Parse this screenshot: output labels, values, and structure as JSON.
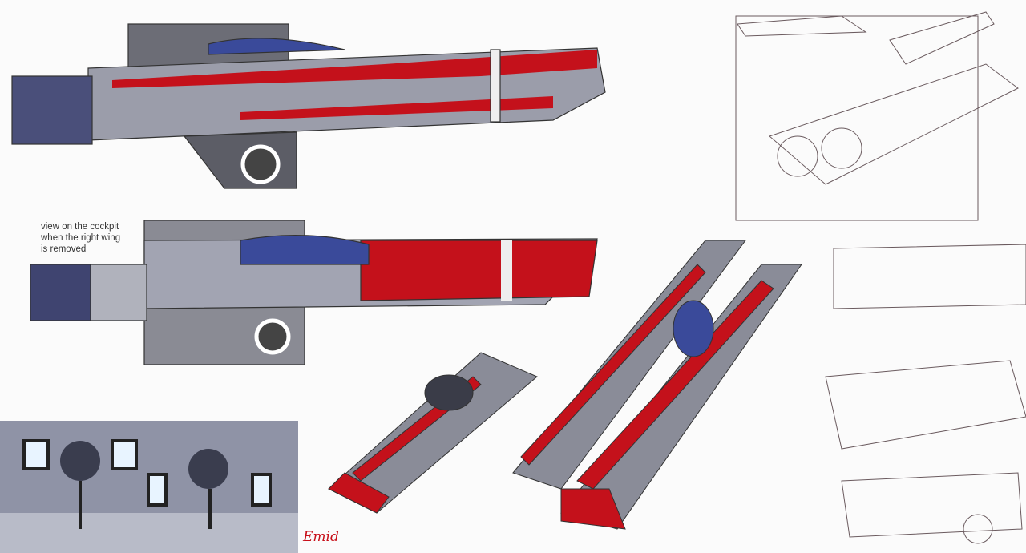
{
  "caption": {
    "line1": "view on the cockpit",
    "line2": "when the right wing",
    "line3": "is removed"
  },
  "signature": "Emid",
  "colors": {
    "red": "#c4111b",
    "grey": "#7d7e88",
    "blue": "#3a4a9a",
    "panel": "#9296a6"
  }
}
